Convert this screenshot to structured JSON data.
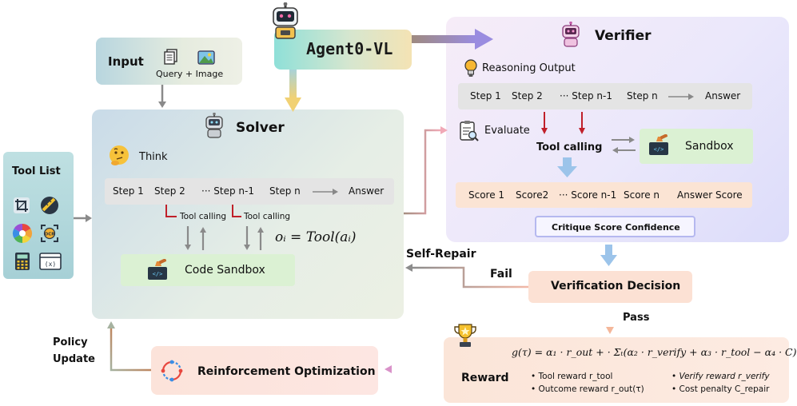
{
  "agent": {
    "title": "Agent0-VL"
  },
  "input": {
    "title": "Input",
    "caption": "Query + Image"
  },
  "tool_list": {
    "title": "Tool List"
  },
  "solver": {
    "title": "Solver",
    "think": "Think",
    "steps": [
      "Step 1",
      "Step 2",
      "···  Step n-1",
      "Step n"
    ],
    "answer": "Answer",
    "tool_calling": "Tool calling",
    "formula": "oᵢ = Tool(aᵢ)",
    "sandbox": "Code Sandbox"
  },
  "verifier": {
    "title": "Verifier",
    "reasoning": "Reasoning Output",
    "steps": [
      "Step 1",
      "Step 2",
      "···  Step n-1",
      "Step n"
    ],
    "answer": "Answer",
    "evaluate": "Evaluate",
    "tool_calling": "Tool calling",
    "sandbox": "Sandbox",
    "scores": [
      "Score 1",
      "Score2",
      "···  Score n-1",
      "Score n",
      "Answer Score"
    ],
    "critique": "Critique  Score  Confidence"
  },
  "flow": {
    "self_repair": "Self-Repair",
    "fail": "Fail",
    "decision": "Verification Decision",
    "pass": "Pass",
    "policy_update": [
      "Policy",
      "Update"
    ],
    "rl": "Reinforcement Optimization"
  },
  "reward": {
    "title": "Reward",
    "formula": "g(τ) = α₁ · r_out + · Σₜ(α₂ · r_verify + α₃ · r_tool − α₄ · C)",
    "items": [
      "Tool reward r_tool",
      "Outcome reward r_out(τ)",
      "Verify reward r_verify",
      "Cost penalty C_repair"
    ]
  },
  "colors": {
    "solver_bg": "#dde8ef",
    "verifier_bg": "#e8e6fb",
    "tool_list_bg": "#b4d8dd",
    "accent_red": "#c0202a",
    "pass_arrow": "#e68bbd",
    "down_arrow": "#9cc4ea"
  }
}
